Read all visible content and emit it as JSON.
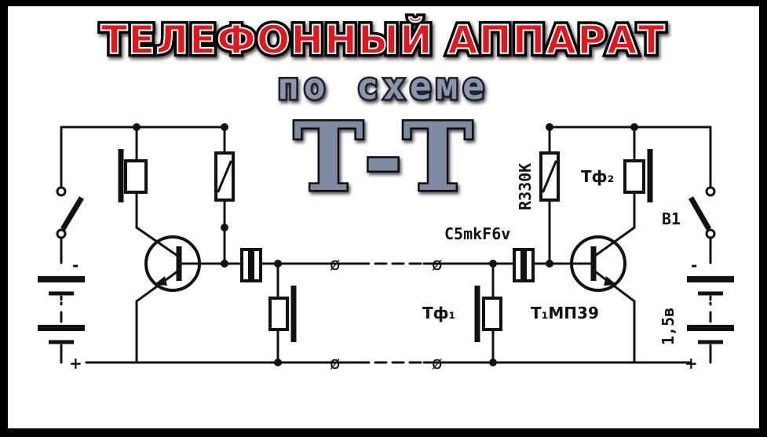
{
  "title": "ТЕЛЕФОННЫЙ АППАРАТ",
  "subtitle": "по схеме",
  "scheme_name": "Т-Т",
  "labels": {
    "resistor": "R330K",
    "capacitor": "C5mkF6v",
    "phone_right": "Тф₂",
    "phone_left": "Тф₁",
    "switch": "B1",
    "transistor": "T₁МП39",
    "battery": "1,5в",
    "plus": "+",
    "minus": "-"
  },
  "colors": {
    "title_fill": "#e3121a",
    "title_outline": "#ffffff",
    "subtitle_fill": "#8a96ab",
    "tt_fill": "#7d8aa2",
    "wire": "#111111",
    "background": "#ffffff"
  }
}
